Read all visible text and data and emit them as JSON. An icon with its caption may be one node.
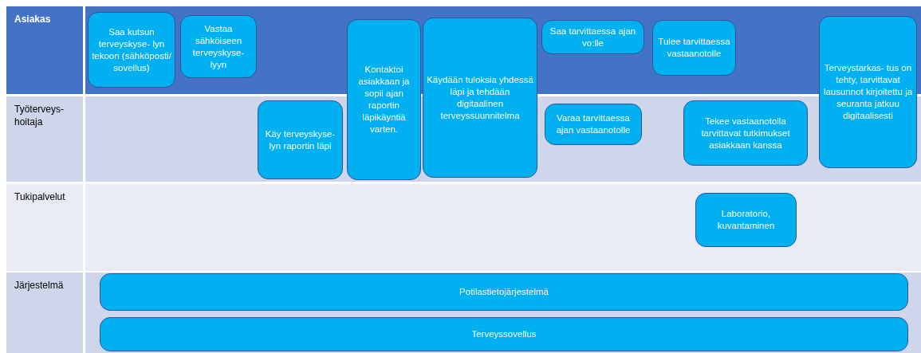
{
  "diagram": {
    "nodes": [
      {
        "text": [
          "Asiakas"
        ]
      },
      {
        "text": [
          "Saa kutsun terveyskyse- lyn tekoon (sähköposti/ sovellus)"
        ],
        "in": 0
      },
      {
        "text": [
          "Vastaa sähköiseen terveyskyse- lyyn"
        ],
        "in": 0
      },
      {
        "text": [
          "Kontaktoi asiakkaan ja sopii ajan raportin läpikäyntiä varten."
        ]
      },
      {
        "text": [
          "Käydään tuloksia yhdessä läpi ja tehdään digitaalinen terveyssuunnitelma"
        ]
      },
      {
        "text": [
          "Saa tarvittaessa ajan vo:lle"
        ],
        "in": 0
      },
      {
        "text": [
          "Tulee tarvittaessa vastaanotolle"
        ],
        "in": 0
      },
      {
        "text": [
          "Terveystarkas- tus on tehty, tarvittavat lausunnot kirjoitettu ja seuranta jatkuu digitaalisesti"
        ]
      },
      {
        "text": [
          "Työterveys- hoitaja"
        ]
      },
      {
        "text": [
          "Käy terveyskyse- lyn raportin läpi"
        ],
        "in": 8
      },
      {
        "text": [
          "Varaa tarvittaessa ajan vastaanotolle"
        ],
        "in": 8
      },
      {
        "text": [
          "Tekee vastaanotolla tarvittavat tutkimukset asiakkaan kanssa"
        ],
        "in": 8
      },
      {
        "text": [
          "Tukipalvelut"
        ]
      },
      {
        "text": [
          "Laboratorio, kuvantaminen"
        ],
        "in": 12
      },
      {
        "text": [
          "Järjestelmä"
        ]
      },
      {
        "text": [
          "Potilastietojärjestelmä"
        ],
        "in": 14
      },
      {
        "text": [
          "Terveyssovellus"
        ],
        "in": 14
      }
    ]
  }
}
